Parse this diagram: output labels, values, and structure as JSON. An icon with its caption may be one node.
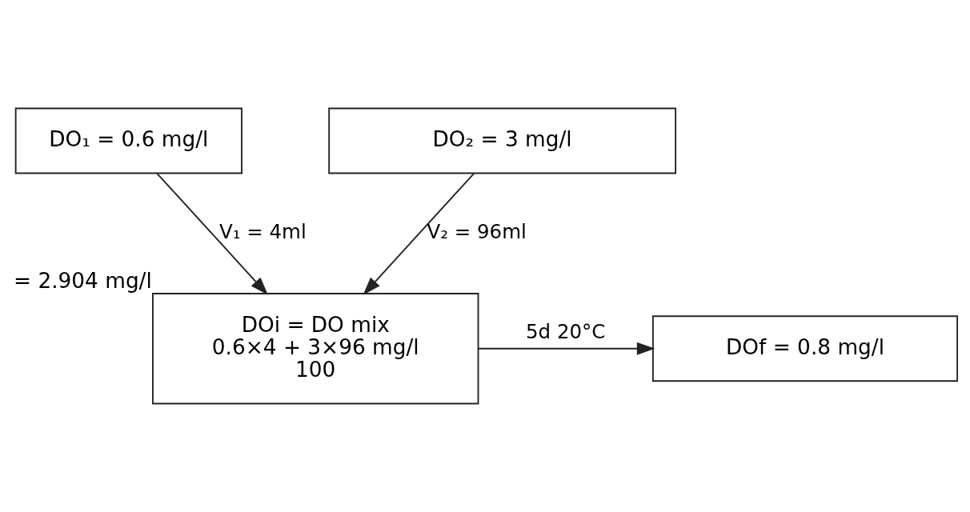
{
  "diagram": {
    "nodes": [
      {
        "text": [
          "DO₁ = 0.6 mg/l"
        ]
      },
      {
        "text": [
          "DO₂ = 3 mg/l"
        ]
      },
      {
        "text": [
          "DOi = DO mix",
          "0.6×4 + 3×96 mg/l",
          "100"
        ],
        "beside": [
          "= 2.904 mg/l"
        ]
      },
      {
        "text": [
          "DOf = 0.8 mg/l"
        ]
      }
    ],
    "edges": [
      {
        "from": 0,
        "to": 2,
        "arrow": "to",
        "label": "V₁ = 4ml"
      },
      {
        "from": 1,
        "to": 2,
        "arrow": "to",
        "label": "V₂ = 96ml"
      },
      {
        "from": 2,
        "to": 3,
        "arrow": "to",
        "label": "5d 20°C"
      }
    ]
  }
}
